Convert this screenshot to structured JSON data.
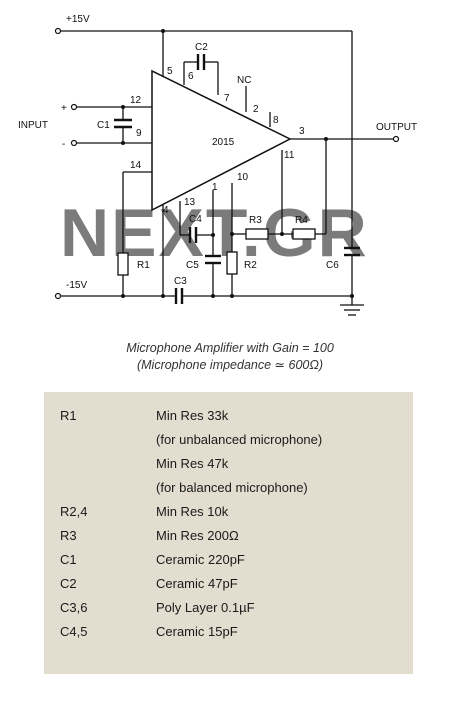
{
  "schematic": {
    "ic_label": "2015",
    "rails": {
      "positive": "+15V",
      "negative": "-15V"
    },
    "io": {
      "input": "INPUT",
      "output": "OUTPUT",
      "plus": "+",
      "minus": "-"
    },
    "nc": "NC",
    "pins": [
      "5",
      "6",
      "7",
      "2",
      "8",
      "3",
      "11",
      "12",
      "9",
      "14",
      "4",
      "13",
      "1",
      "10"
    ],
    "components": {
      "c1": "C1",
      "c2": "C2",
      "c3": "C3",
      "c4": "C4",
      "c5": "C5",
      "c6": "C6",
      "r1": "R1",
      "r2": "R2",
      "r3": "R3",
      "r4": "R4"
    },
    "watermark": "NEXT.GR"
  },
  "caption": {
    "line1": "Microphone Amplifier with Gain = 100",
    "line2": "(Microphone impedance ≃ 600Ω)"
  },
  "parts_list": [
    {
      "ref": "R1",
      "value": "Min Res 33k"
    },
    {
      "ref": "",
      "value": "(for unbalanced microphone)"
    },
    {
      "ref": "",
      "value": "Min Res 47k"
    },
    {
      "ref": "",
      "value": "(for balanced microphone)"
    },
    {
      "ref": "R2,4",
      "value": "Min Res 10k"
    },
    {
      "ref": "R3",
      "value": "Min Res 200Ω"
    },
    {
      "ref": "C1",
      "value": "Ceramic 220pF"
    },
    {
      "ref": "C2",
      "value": "Ceramic 47pF"
    },
    {
      "ref": "C3,6",
      "value": "Poly Layer 0.1µF"
    },
    {
      "ref": "C4,5",
      "value": "Ceramic 15pF"
    }
  ]
}
